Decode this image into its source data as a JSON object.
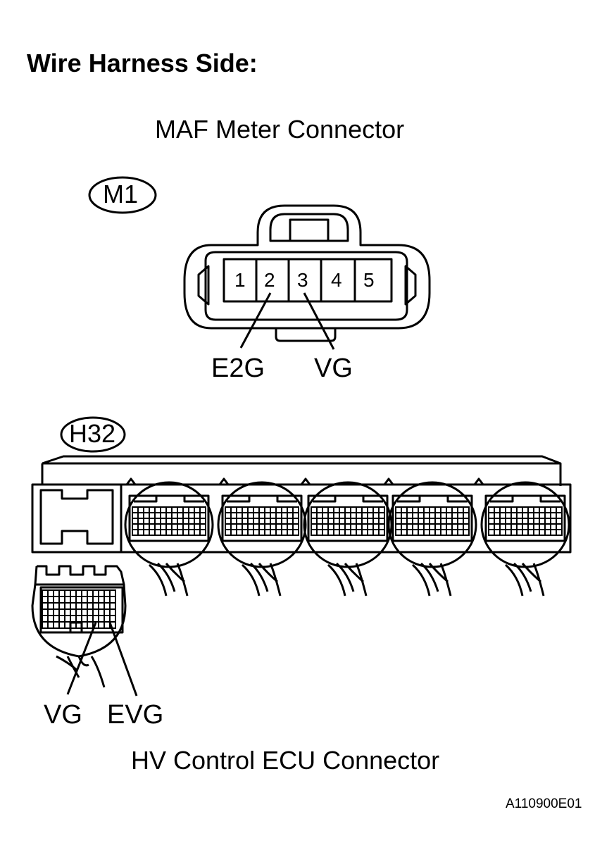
{
  "heading": "Wire Harness Side:",
  "maf_connector": {
    "title": "MAF Meter Connector",
    "code": "M1",
    "pins": [
      "1",
      "2",
      "3",
      "4",
      "5"
    ],
    "terminals": [
      {
        "pin": "2",
        "name": "E2G"
      },
      {
        "pin": "3",
        "name": "VG"
      }
    ]
  },
  "ecu_connector": {
    "title": "HV Control ECU Connector",
    "code": "H32",
    "terminals": [
      {
        "name": "VG"
      },
      {
        "name": "EVG"
      }
    ]
  },
  "figure_code": "A110900E01",
  "colors": {
    "line": "#000000",
    "background": "#ffffff"
  }
}
